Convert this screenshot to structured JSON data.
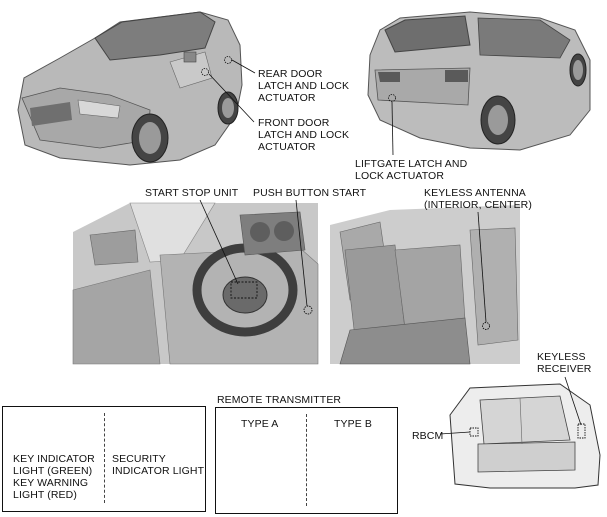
{
  "labels": {
    "rear_door": "REAR DOOR\nLATCH AND LOCK\nACTUATOR",
    "front_door": "FRONT DOOR\nLATCH AND LOCK\nACTUATOR",
    "liftgate": "LIFTGATE LATCH AND\nLOCK ACTUATOR",
    "start_stop": "START STOP UNIT",
    "push_button": "PUSH BUTTON START",
    "keyless_antenna": "KEYLESS ANTENNA\n(INTERIOR, CENTER)",
    "keyless_receiver": "KEYLESS\nRECEIVER",
    "rbcm": "RBCM",
    "remote_title": "REMOTE TRANSMITTER",
    "type_a": "TYPE A",
    "type_b": "TYPE B",
    "key_indicator": "KEY INDICATOR\nLIGHT (GREEN)\nKEY WARNING\nLIGHT (RED)",
    "security_indicator": "SECURITY\nINDICATOR LIGHT"
  }
}
